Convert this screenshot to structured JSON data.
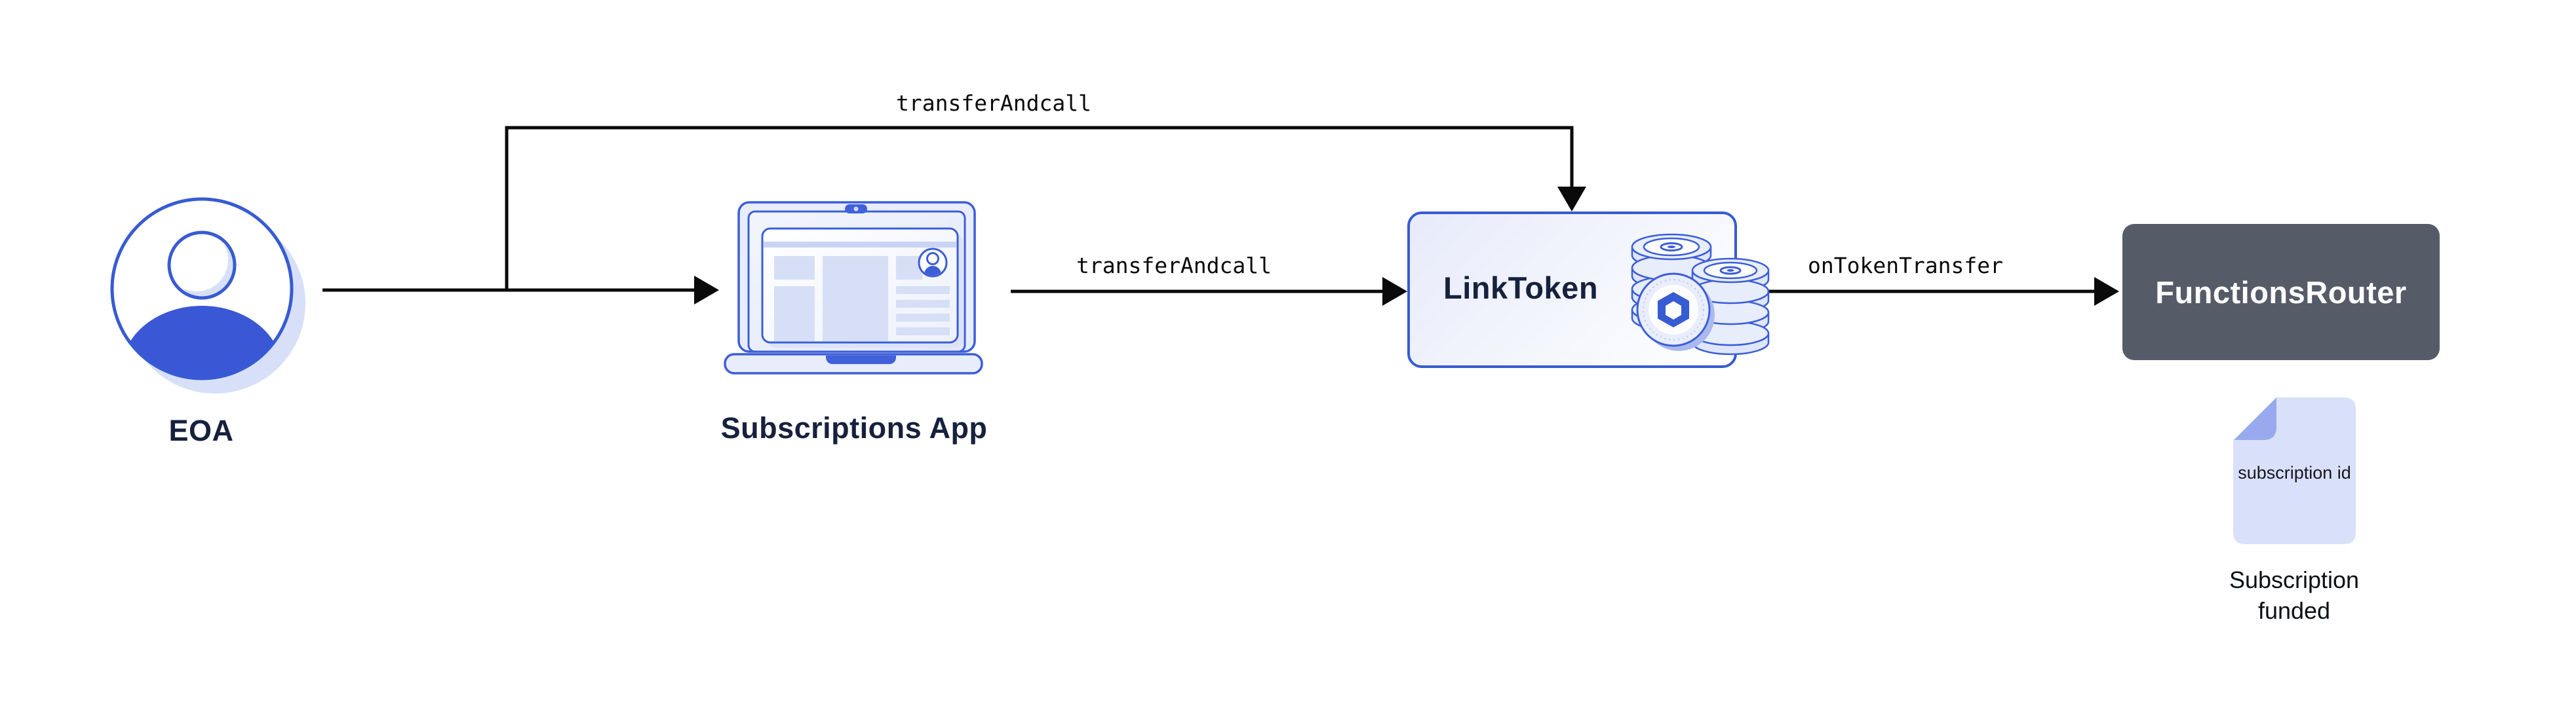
{
  "diagram": {
    "nodes": {
      "eoa": {
        "label": "EOA"
      },
      "subscriptions_app": {
        "label": "Subscriptions App"
      },
      "link_token": {
        "label": "LinkToken"
      },
      "functions_router": {
        "label": "FunctionsRouter"
      },
      "subscription_document": {
        "text": "subscription id",
        "caption": "Subscription funded"
      }
    },
    "edges": {
      "eoa_to_link_token": {
        "label": "transferAndcall"
      },
      "app_to_link_token": {
        "label": "transferAndcall"
      },
      "link_token_to_router": {
        "label": "onTokenTransfer"
      }
    },
    "icons": {
      "eoa": "eoa-avatar-icon",
      "subscriptions_app": "laptop-icon",
      "link_token": "coin-stack-icon",
      "link_token_logo": "chainlink-hexagon-icon",
      "subscription_document": "document-icon"
    },
    "colors": {
      "accent_blue": "#375BD2",
      "dark_navy": "#16213D",
      "router_gray": "#565B68",
      "arrow_black": "#0A0A0A",
      "shadow_blue": "#D7E0F8",
      "fill_light": "#E9EDFB",
      "block_fill": "#D7DFF7",
      "doc_fill": "#D9E0F9",
      "doc_fold": "#98A9EE"
    }
  }
}
